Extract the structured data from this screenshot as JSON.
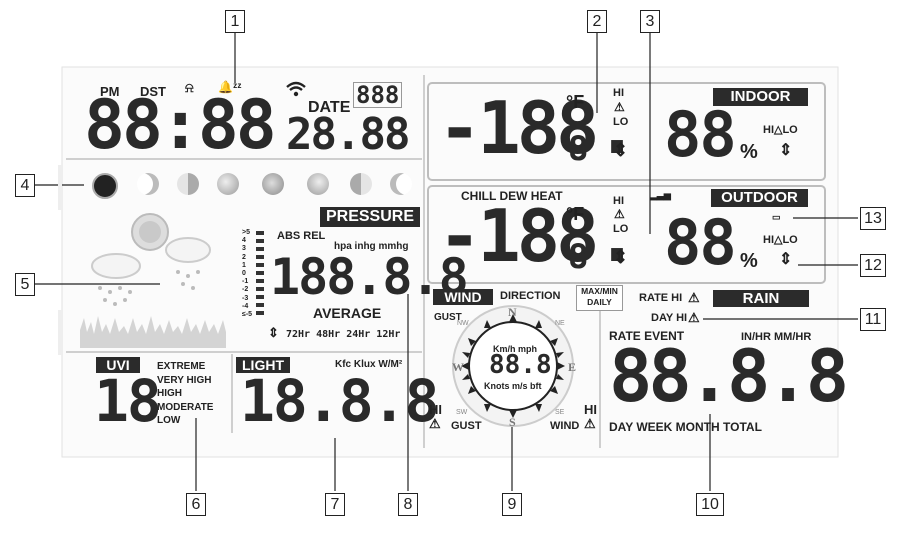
{
  "callouts": {
    "n1": "1",
    "n2": "2",
    "n3": "3",
    "n4": "4",
    "n5": "5",
    "n6": "6",
    "n7": "7",
    "n8": "8",
    "n9": "9",
    "n10": "10",
    "n11": "11",
    "n12": "12",
    "n13": "13"
  },
  "clock": {
    "pm": "PM",
    "dst": "DST",
    "time": "88:88",
    "date_label": "DATE",
    "date": "28.88",
    "weekday": "888"
  },
  "indoor": {
    "badge": "INDOOR",
    "temp": "-188.",
    "temp_dec": "8",
    "unit": "°F",
    "hi": "HI",
    "lo": "LO",
    "humidity": "88",
    "pct": "%",
    "hilo": "HI△LO"
  },
  "outdoor": {
    "badge": "OUTDOOR",
    "chill_dew_heat": "CHILL DEW HEAT",
    "temp": "-188.",
    "temp_dec": "8",
    "unit": "°F",
    "hi": "HI",
    "lo": "LO",
    "humidity": "88",
    "pct": "%",
    "hilo": "HI△LO"
  },
  "pressure": {
    "badge": "PRESSURE",
    "abs_rel": "ABS REL",
    "units": "hpa inhg mmhg",
    "value": "188.8.8",
    "average": "AVERAGE",
    "history": "72Hr 48Hr 24Hr 12Hr",
    "scale": [
      ">5",
      "4",
      "3",
      "2",
      "1",
      "0",
      "-1",
      "-2",
      "-3",
      "-4",
      "≤-5"
    ]
  },
  "uvi": {
    "badge": "UVI",
    "value": "18",
    "levels": [
      "EXTREME",
      "VERY HIGH",
      "HIGH",
      "MODERATE",
      "LOW"
    ]
  },
  "light": {
    "badge": "LIGHT",
    "units": "Kfc Klux W/M²",
    "value": "18.8.8"
  },
  "wind": {
    "badge": "WIND",
    "direction": "DIRECTION",
    "maxmin": "MAX/MIN",
    "daily": "DAILY",
    "gust": "GUST",
    "speed_units": "Km/h mph",
    "value": "88.8",
    "speed_units2": "Knots m/s bft",
    "hi_left": "HI",
    "gust_left": "GUST",
    "hi_right": "HI",
    "wind_right": "WIND",
    "compass": {
      "n": "N",
      "s": "S",
      "e": "E",
      "w": "W",
      "ne": "NE",
      "nw": "NW",
      "se": "SE",
      "sw": "SW"
    }
  },
  "rain": {
    "badge": "RAIN",
    "rate_hi": "RATE HI",
    "day_hi": "DAY HI",
    "rate_event": "RATE EVENT",
    "units": "IN/HR MM/HR",
    "value": "88.8.8",
    "periods": "DAY WEEK MONTH TOTAL"
  }
}
